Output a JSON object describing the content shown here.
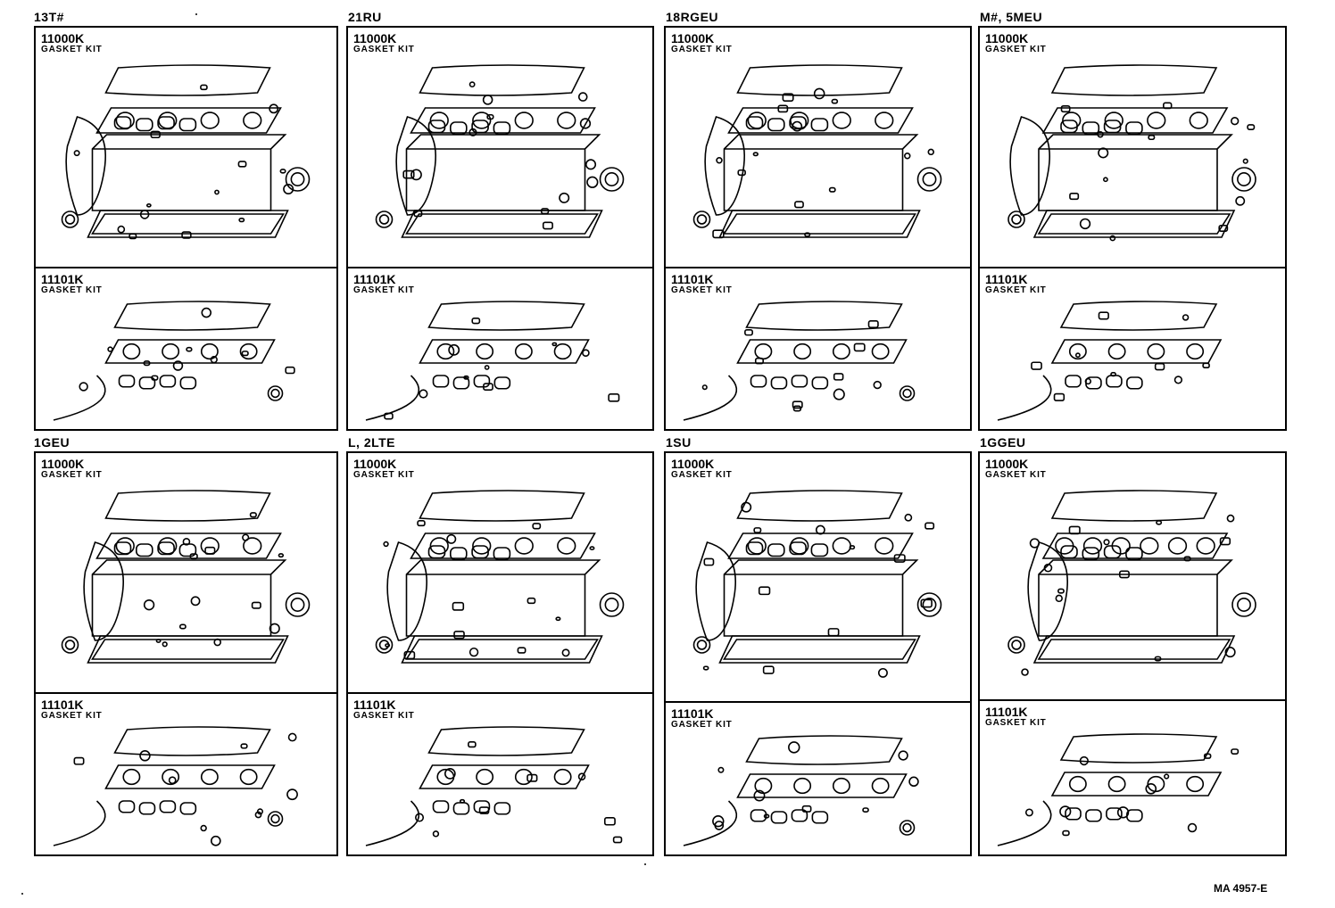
{
  "panels": [
    {
      "engine": "13T#",
      "kits": [
        {
          "code": "11000K",
          "name": "GASKET KIT"
        },
        {
          "code": "11101K",
          "name": "GASKET KIT"
        }
      ]
    },
    {
      "engine": "21RU",
      "kits": [
        {
          "code": "11000K",
          "name": "GASKET KIT"
        },
        {
          "code": "11101K",
          "name": "GASKET KIT"
        }
      ]
    },
    {
      "engine": "18RGEU",
      "kits": [
        {
          "code": "11000K",
          "name": "GASKET KIT"
        },
        {
          "code": "11101K",
          "name": "GASKET KIT"
        }
      ]
    },
    {
      "engine": "M#, 5MEU",
      "kits": [
        {
          "code": "11000K",
          "name": "GASKET KIT"
        },
        {
          "code": "11101K",
          "name": "GASKET KIT"
        }
      ]
    },
    {
      "engine": "1GEU",
      "kits": [
        {
          "code": "11000K",
          "name": "GASKET KIT"
        },
        {
          "code": "11101K",
          "name": "GASKET KIT"
        }
      ]
    },
    {
      "engine": "L, 2LTE",
      "kits": [
        {
          "code": "11000K",
          "name": "GASKET KIT"
        },
        {
          "code": "11101K",
          "name": "GASKET KIT"
        }
      ]
    },
    {
      "engine": "1SU",
      "kits": [
        {
          "code": "11000K",
          "name": "GASKET KIT"
        },
        {
          "code": "11101K",
          "name": "GASKET KIT"
        }
      ]
    },
    {
      "engine": "1GGEU",
      "kits": [
        {
          "code": "11000K",
          "name": "GASKET KIT"
        },
        {
          "code": "11101K",
          "name": "GASKET KIT"
        }
      ]
    }
  ],
  "reference_code": "MA 4957-E"
}
